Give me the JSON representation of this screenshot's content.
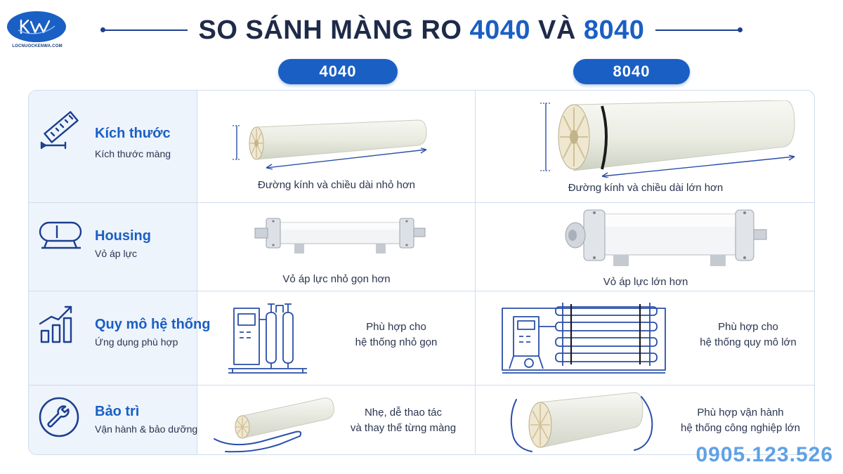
{
  "logo": {
    "mark": "kw",
    "site": "LOCNUOCKENWA.COM"
  },
  "title": {
    "prefix": "SO SÁNH MÀNG RO ",
    "a": "4040",
    "mid": " VÀ ",
    "b": "8040"
  },
  "columns": {
    "a": "4040",
    "b": "8040"
  },
  "rows": [
    {
      "icon": "ruler-icon",
      "title": "Kích thước",
      "sub": "Kích thước màng",
      "a": "Đường kính và chiều dài nhỏ hơn",
      "b": "Đường kính và chiều dài lớn hơn"
    },
    {
      "icon": "tank-icon",
      "title": "Housing",
      "sub": "Vỏ áp lực",
      "a": "Vỏ áp lực nhỏ gọn hơn",
      "b": "Vỏ áp lực lớn hơn"
    },
    {
      "icon": "bar-chart-icon",
      "title": "Quy mô hệ thống",
      "sub": "Ứng dụng phù hợp",
      "a_l1": "Phù hợp cho",
      "a_l2": "hệ thống nhỏ gọn",
      "b_l1": "Phù hợp cho",
      "b_l2": "hệ thống quy mô lớn"
    },
    {
      "icon": "wrench-icon",
      "title": "Bảo trì",
      "sub": "Vận hành & bảo dưỡng",
      "a_l1": "Nhẹ, dễ thao tác",
      "a_l2": "và thay thế từng màng",
      "b_l1": "Phù hợp vận hành",
      "b_l2": "hệ thống công nghiệp lớn"
    }
  ],
  "phone": "0905.123.526",
  "colors": {
    "brand": "#1a5fc4",
    "title": "#1e2b48",
    "phone": "#5fa1e6",
    "label_bg": "#eef4fc"
  }
}
